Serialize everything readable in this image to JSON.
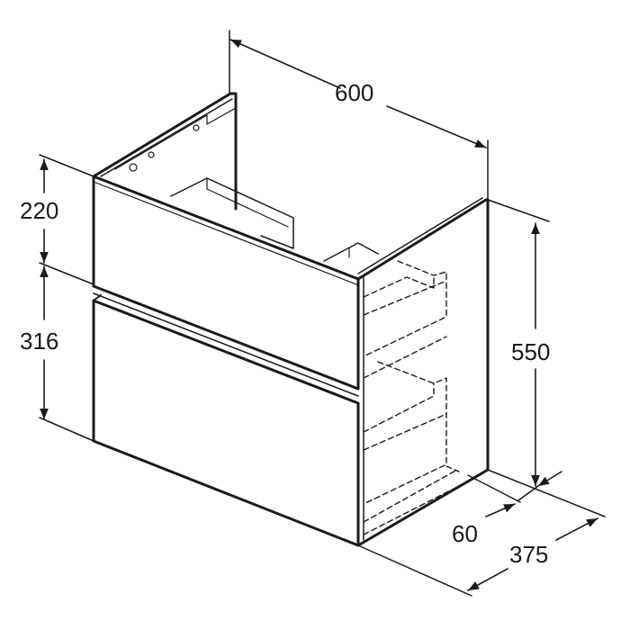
{
  "diagram": {
    "type": "technical-dimension-drawing",
    "subject": "vanity unit with two drawers",
    "line_color": "#1a1a1a",
    "background": "#ffffff"
  },
  "dimensions": {
    "width": "600",
    "height_total": "550",
    "top_drawer_height": "220",
    "bottom_drawer_height": "316",
    "depth": "375",
    "depth_offset": "60"
  }
}
